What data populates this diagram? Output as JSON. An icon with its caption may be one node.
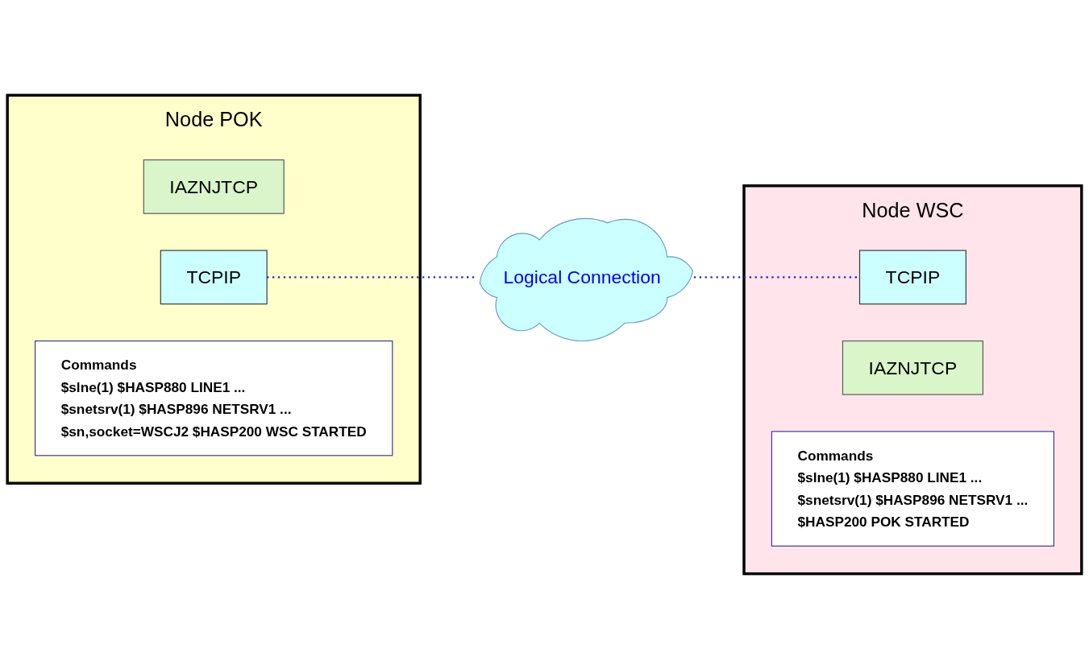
{
  "diagram": {
    "nodes": [
      {
        "text": [
          "Node POK"
        ]
      },
      {
        "text": [
          "IAZNJTCP"
        ],
        "in": 0
      },
      {
        "text": [
          "TCPIP"
        ],
        "in": 0
      },
      {
        "text": [
          "Commands",
          "$slne(1) $HASP880  LINE1 ...",
          "$snetsrv(1) $HASP896 NETSRV1 ...",
          "$sn,socket=WSCJ2 $HASP200 WSC STARTED"
        ],
        "in": 0
      },
      {
        "text": [
          "Logical Connection"
        ]
      },
      {
        "text": [
          "Node WSC"
        ]
      },
      {
        "text": [
          "TCPIP"
        ],
        "in": 5
      },
      {
        "text": [
          "IAZNJTCP"
        ],
        "in": 5
      },
      {
        "text": [
          "Commands",
          "$slne(1) $HASP880  LINE1 ...",
          "$snetsrv(1) $HASP896 NETSRV1 ...",
          "$HASP200 POK STARTED"
        ],
        "in": 5
      }
    ],
    "edges": [
      {
        "from": 2,
        "to": 4,
        "arrow": "none",
        "style": "dashed"
      },
      {
        "from": 4,
        "to": 6,
        "arrow": "none",
        "style": "dashed"
      }
    ]
  }
}
